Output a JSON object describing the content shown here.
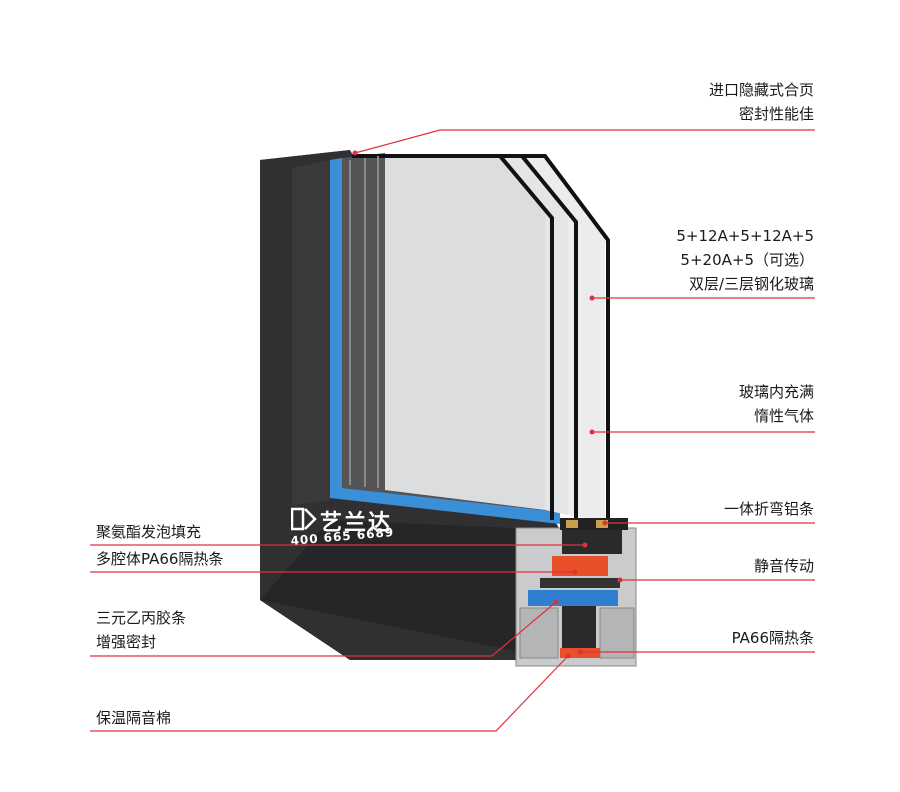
{
  "brand": {
    "name": "艺兰达",
    "phone": "400 665 6689",
    "logo_icon": "dk-logo-icon"
  },
  "colors": {
    "frame": "#2b2b2d",
    "frame_side": "#3a3a3c",
    "seal_blue": "#3b8fd6",
    "glass": "#d9dadb",
    "accent_line": "#e0303a",
    "thermal_break": "#e8502a",
    "insulation_blue": "#2f7fd0",
    "aluminium": "#c9cbcc"
  },
  "labels": {
    "hinge": {
      "line1": "进口隐藏式合页",
      "line2": "密封性能佳"
    },
    "glass": {
      "line1": "5+12A+5+12A+5",
      "line2": "5+20A+5（可选）",
      "line3": "双层/三层钢化玻璃"
    },
    "gas": {
      "line1": "玻璃内充满",
      "line2": "惰性气体"
    },
    "aluminum_strip": {
      "line1": "一体折弯铝条"
    },
    "silent": {
      "line1": "静音传动"
    },
    "pa66_right": {
      "line1": "PA66隔热条"
    },
    "foam": {
      "line1": "聚氨酯发泡填充"
    },
    "cavity": {
      "line1": "多腔体PA66隔热条"
    },
    "epdm": {
      "line1": "三元乙丙胶条",
      "line2": "增强密封"
    },
    "cotton": {
      "line1": "保温隔音棉"
    }
  }
}
